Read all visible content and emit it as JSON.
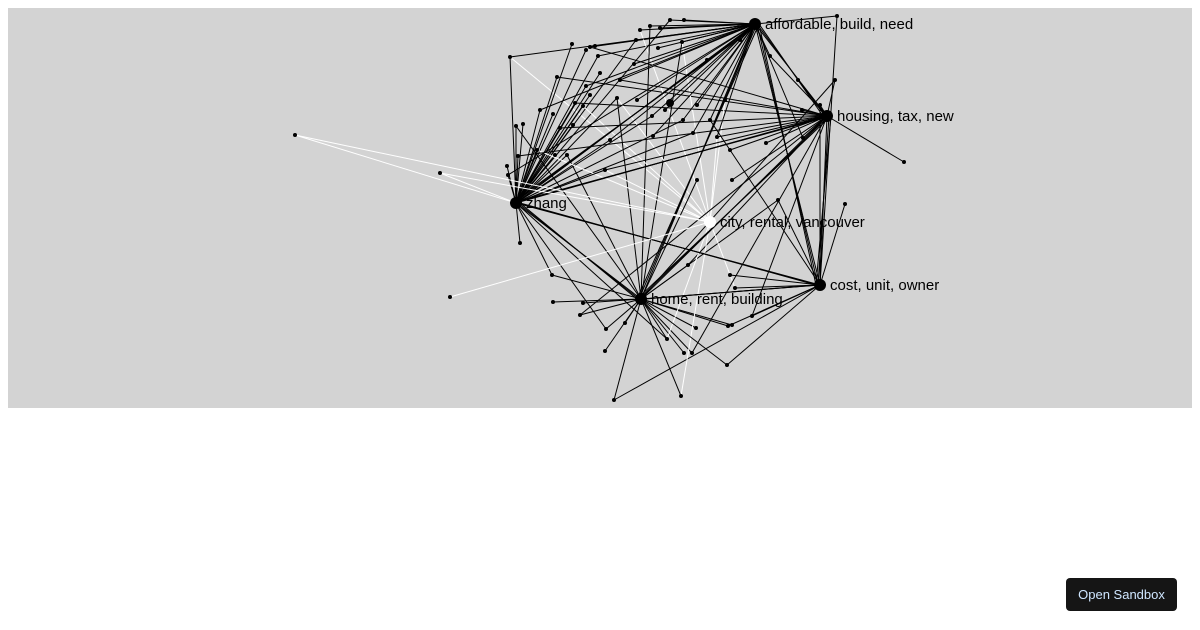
{
  "graph": {
    "background": "#d3d3d3",
    "edge_color": "#000000",
    "highlight_color": "#ffffff",
    "topics": [
      {
        "id": "affordable",
        "label": "affordable, build, need"
      },
      {
        "id": "housing",
        "label": "housing, tax, new"
      },
      {
        "id": "zhang",
        "label": "zhang"
      },
      {
        "id": "city",
        "label": "city, rental, vancouver",
        "highlighted": true
      },
      {
        "id": "home",
        "label": "home, rent, building"
      },
      {
        "id": "cost",
        "label": "cost, unit, owner"
      }
    ]
  },
  "sandbox_button": {
    "label": "Open Sandbox"
  }
}
